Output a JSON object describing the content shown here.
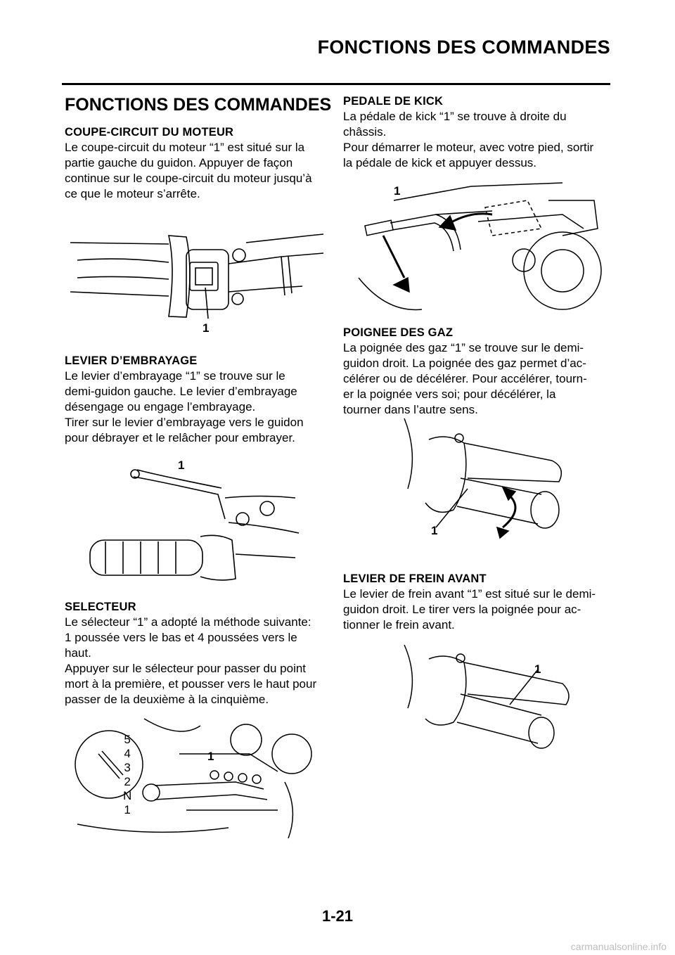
{
  "header": {
    "title": "FONCTIONS DES COMMANDES"
  },
  "main_title": "FONCTIONS DES COMMANDES",
  "sections": {
    "coupe": {
      "title": "COUPE-CIRCUIT DU MOTEUR",
      "lines": [
        "Le coupe-circuit du moteur “1” est situé sur la",
        "partie gauche du guidon. Appuyer de façon",
        "continue sur le coupe-circuit du moteur jusqu’à",
        "ce que le moteur s’arrête."
      ],
      "callout": "1"
    },
    "embrayage": {
      "title": "LEVIER D’EMBRAYAGE",
      "lines": [
        "Le levier d’embrayage “1” se trouve sur le",
        "demi-guidon gauche. Le levier d’embrayage",
        "désengage ou engage l’embrayage.",
        "Tirer sur le levier d’embrayage vers le guidon",
        "pour débrayer et le relâcher pour embrayer."
      ],
      "callout": "1"
    },
    "selecteur": {
      "title": "SELECTEUR",
      "lines": [
        "Le sélecteur “1” a adopté la méthode suivante:",
        "1 poussée vers le bas et 4 poussées vers le",
        "haut.",
        "Appuyer sur le sélecteur pour passer du point",
        "mort à la première, et pousser vers le haut pour",
        "passer de la deuxième à la cinquième."
      ],
      "callout": "1",
      "gears": [
        "5",
        "4",
        "3",
        "2",
        "N",
        "1"
      ]
    },
    "kick": {
      "title": "PEDALE DE KICK",
      "lines": [
        "La pédale de kick “1” se trouve à droite du",
        "châssis.",
        "Pour démarrer le moteur, avec votre pied, sortir",
        "la pédale de kick et appuyer dessus."
      ],
      "callout": "1"
    },
    "gaz": {
      "title": "POIGNEE DES GAZ",
      "lines": [
        "La poignée des gaz “1” se trouve sur le demi-",
        "guidon droit. La poignée des gaz permet d’ac-",
        "célérer ou de décélérer. Pour accélérer, tourn-",
        "er la poignée vers soi; pour décélérer, la",
        "tourner dans l’autre sens."
      ],
      "callout": "1"
    },
    "frein": {
      "title": "LEVIER DE FREIN AVANT",
      "lines": [
        "Le levier de frein avant “1” est situé sur le demi-",
        "guidon droit. Le tirer vers la poignée pour ac-",
        "tionner le frein avant."
      ],
      "callout": "1"
    }
  },
  "page_number": "1-21",
  "watermark": "carmanualsonline.info"
}
